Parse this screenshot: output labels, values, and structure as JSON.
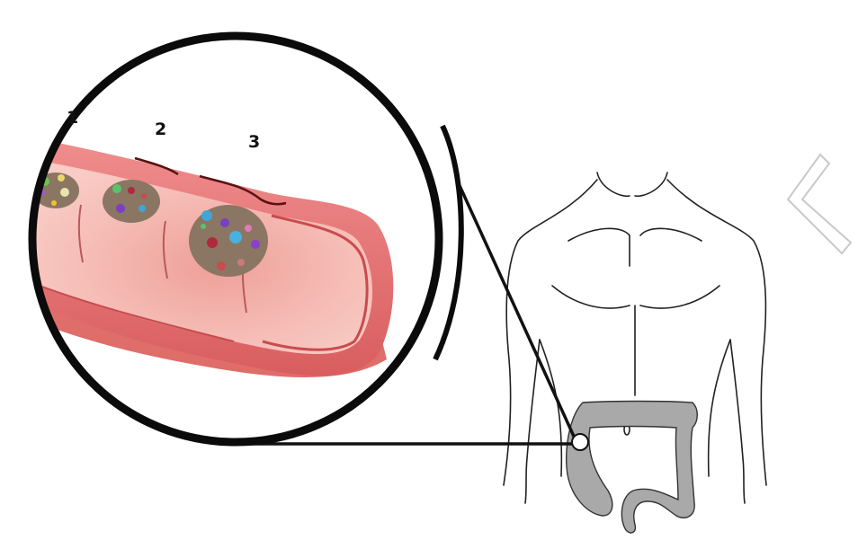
{
  "stage_labels": [
    {
      "text": "1"
    },
    {
      "text": "2"
    },
    {
      "text": "3"
    }
  ],
  "colors": {
    "colon_wall": "#e98a8a",
    "colon_lumen": "#f3b3ad",
    "colon_outer": "#d9534f",
    "tumor": "#8a7663",
    "body_outline": "#222222",
    "large_intestine_fill": "#a9a9a9",
    "magnifier_rim": "#0b0b0b"
  },
  "icons": {
    "watermark": "chevron-watermark-icon"
  }
}
